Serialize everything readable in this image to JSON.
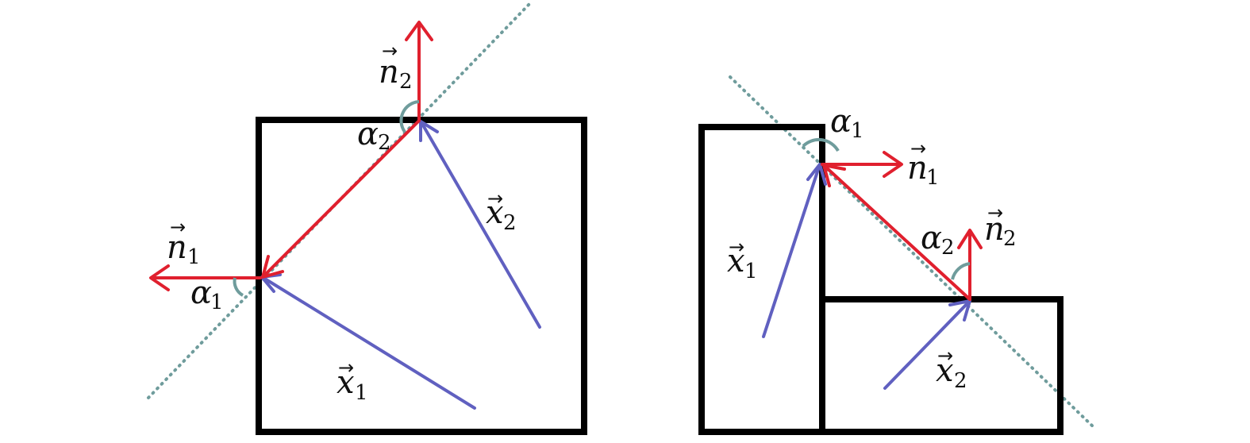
{
  "colors": {
    "normal_vector": "#e0202e",
    "incident_vector": "#6060c0",
    "surface_line": "#6f9c9c",
    "angle_arc": "#6f9c9c",
    "walls": "#000000"
  },
  "vector_arrow_symbol": "→",
  "left_panel": {
    "n1": {
      "base": "n",
      "sub": "1"
    },
    "n2": {
      "base": "n",
      "sub": "2"
    },
    "x1": {
      "base": "x",
      "sub": "1"
    },
    "x2": {
      "base": "x",
      "sub": "2"
    },
    "alpha1": {
      "base": "α",
      "sub": "1"
    },
    "alpha2": {
      "base": "α",
      "sub": "2"
    }
  },
  "right_panel": {
    "n1": {
      "base": "n",
      "sub": "1"
    },
    "n2": {
      "base": "n",
      "sub": "2"
    },
    "x1": {
      "base": "x",
      "sub": "1"
    },
    "x2": {
      "base": "x",
      "sub": "2"
    },
    "alpha1": {
      "base": "α",
      "sub": "1"
    },
    "alpha2": {
      "base": "α",
      "sub": "2"
    }
  }
}
